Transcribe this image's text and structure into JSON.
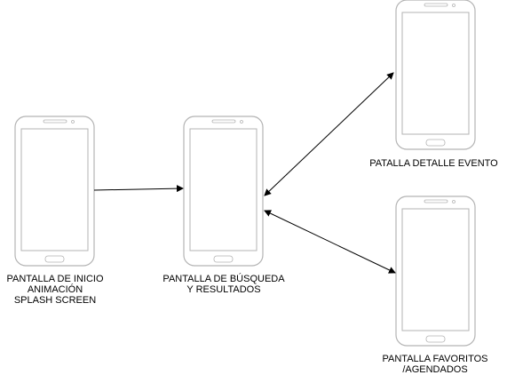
{
  "diagram": {
    "screens": [
      {
        "id": "splash",
        "caption_lines": [
          "PANTALLA  DE INICIO",
          "ANIMACIÓN",
          "SPLASH SCREEN"
        ]
      },
      {
        "id": "search",
        "caption_lines": [
          "PANTALLA DE BÚSQUEDA",
          "Y RESULTADOS"
        ]
      },
      {
        "id": "detail",
        "caption_lines": [
          "PATALLA DETALLE EVENTO"
        ]
      },
      {
        "id": "favorites",
        "caption_lines": [
          "PANTALLA FAVORITOS",
          "/AGENDADOS"
        ]
      }
    ],
    "connections": [
      {
        "from": "splash",
        "to": "search",
        "type": "one-way"
      },
      {
        "from": "search",
        "to": "detail",
        "type": "two-way"
      },
      {
        "from": "search",
        "to": "favorites",
        "type": "two-way"
      }
    ],
    "colors": {
      "stroke": "#000000",
      "phone_outline": "#b3b3b3",
      "phone_fill": "#ffffff"
    }
  }
}
